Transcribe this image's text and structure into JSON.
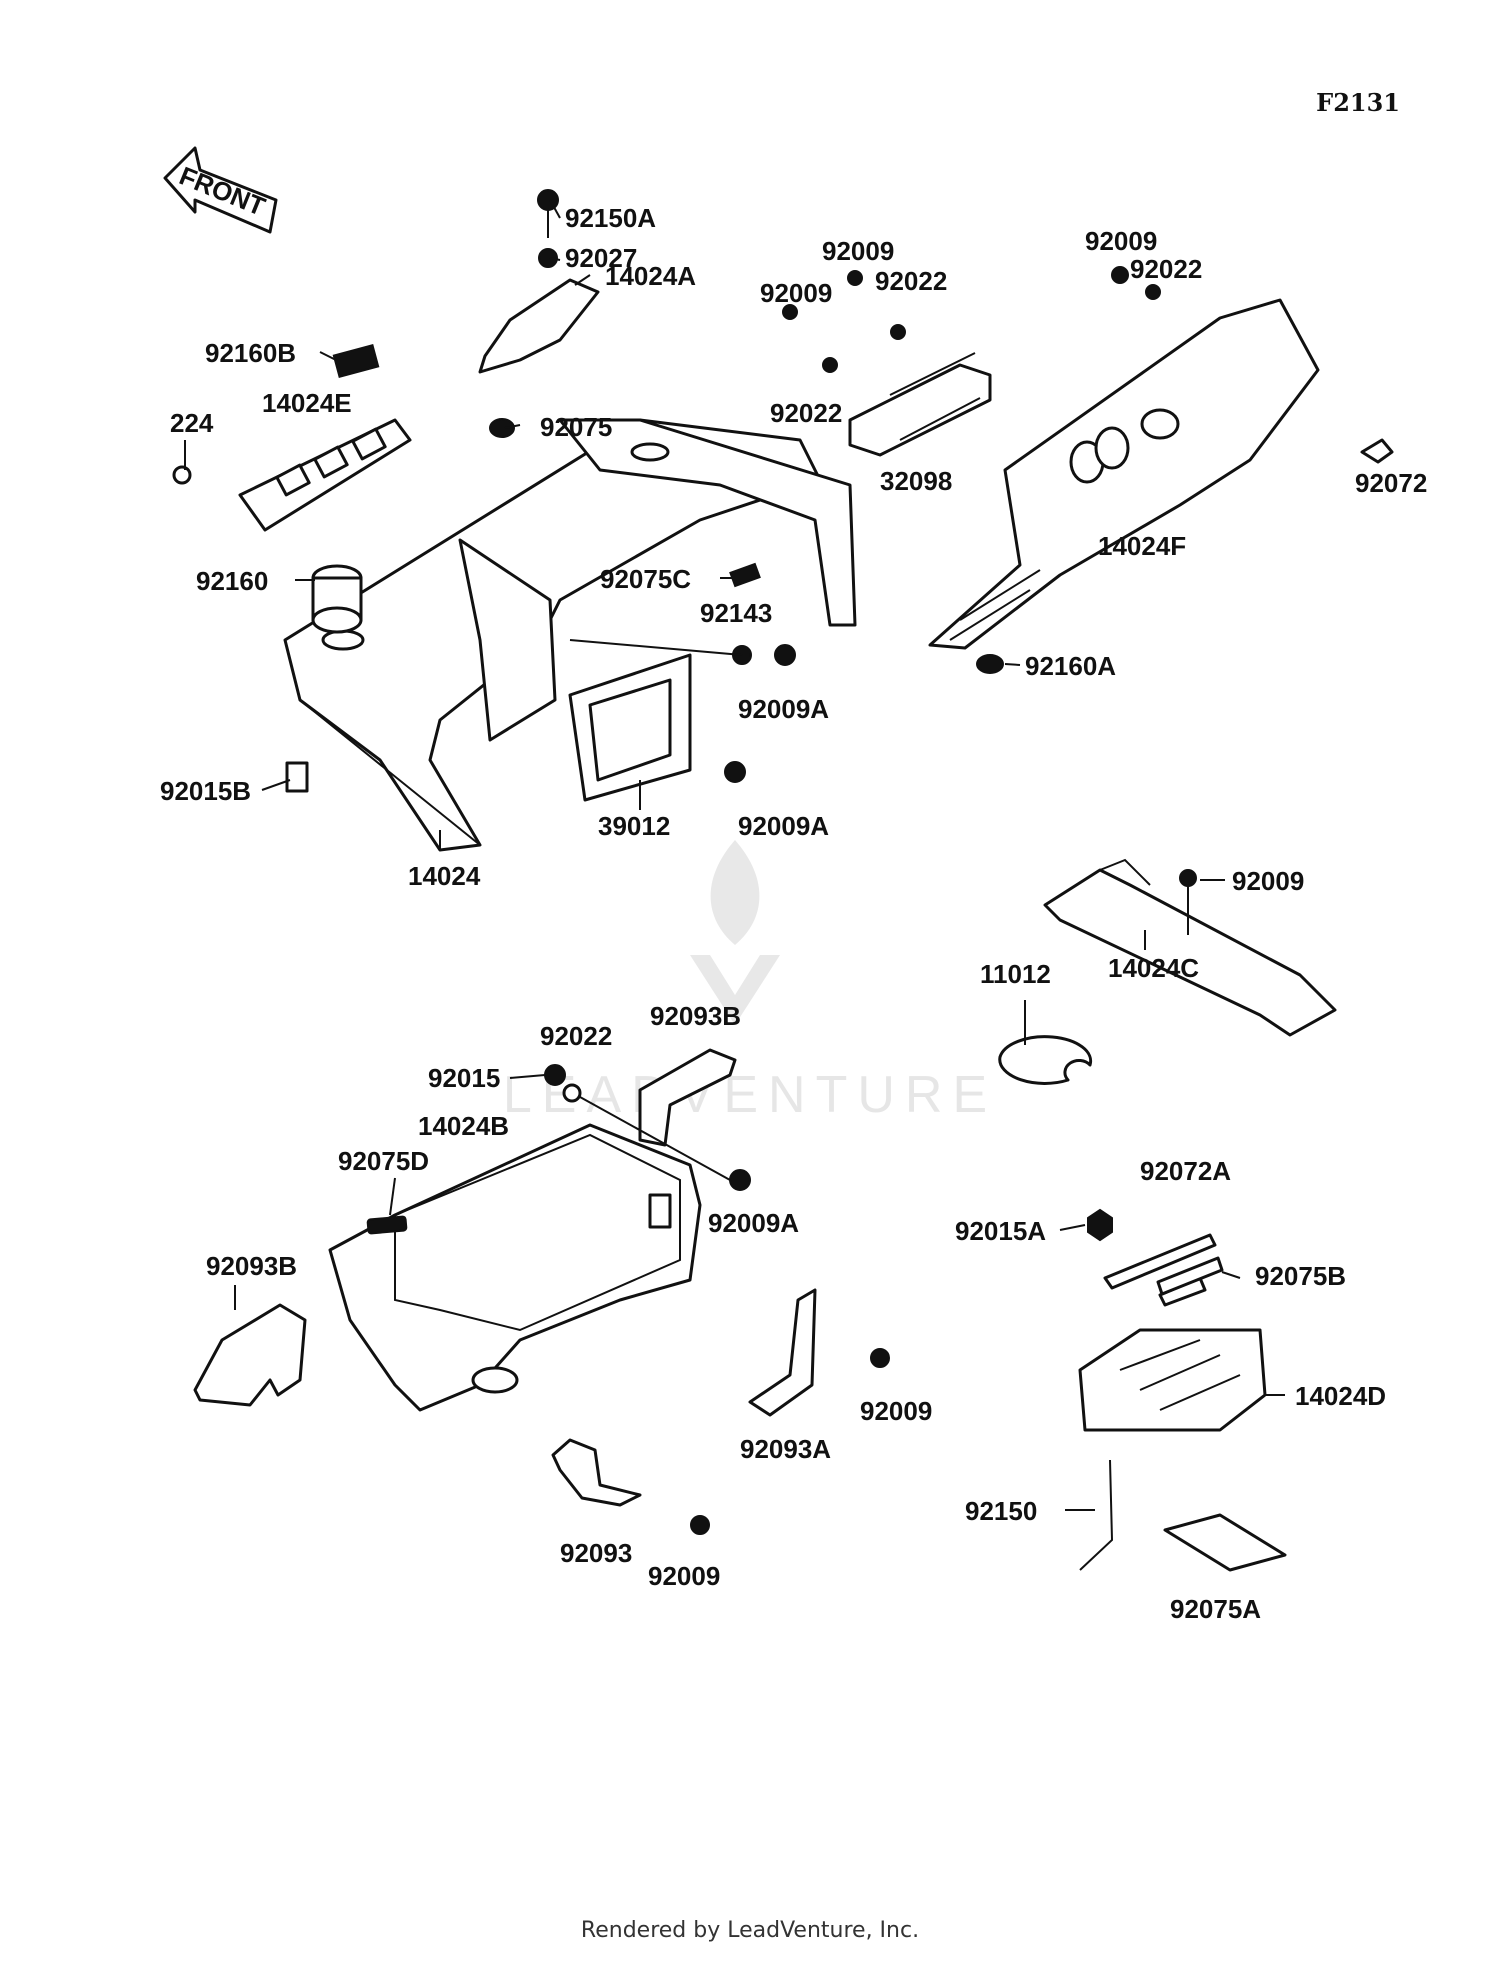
{
  "diagram_code": "F2131",
  "front_arrow_label": "FRONT",
  "watermark_text": "LEADVENTURE",
  "footer_text": "Rendered by LeadVenture, Inc.",
  "parts": [
    {
      "id": "p1",
      "label": "92150A"
    },
    {
      "id": "p2",
      "label": "92027"
    },
    {
      "id": "p3",
      "label": "14024A"
    },
    {
      "id": "p4",
      "label": "92075"
    },
    {
      "id": "p5",
      "label": "92160B"
    },
    {
      "id": "p6",
      "label": "14024E"
    },
    {
      "id": "p7",
      "label": "224"
    },
    {
      "id": "p8",
      "label": "92160"
    },
    {
      "id": "p9",
      "label": "92015B"
    },
    {
      "id": "p10",
      "label": "14024"
    },
    {
      "id": "p11",
      "label": "39012"
    },
    {
      "id": "p12",
      "label": "92009A"
    },
    {
      "id": "p13",
      "label": "92009A"
    },
    {
      "id": "p14",
      "label": "92143"
    },
    {
      "id": "p15",
      "label": "92075C"
    },
    {
      "id": "p16",
      "label": "92009"
    },
    {
      "id": "p17",
      "label": "92009"
    },
    {
      "id": "p18",
      "label": "92022"
    },
    {
      "id": "p19",
      "label": "92022"
    },
    {
      "id": "p20",
      "label": "32098"
    },
    {
      "id": "p21",
      "label": "92009"
    },
    {
      "id": "p22",
      "label": "92022"
    },
    {
      "id": "p23",
      "label": "92072"
    },
    {
      "id": "p24",
      "label": "14024F"
    },
    {
      "id": "p25",
      "label": "92160A"
    },
    {
      "id": "p26",
      "label": "92009"
    },
    {
      "id": "p27",
      "label": "11012"
    },
    {
      "id": "p28",
      "label": "14024C"
    },
    {
      "id": "p29",
      "label": "92093B"
    },
    {
      "id": "p30",
      "label": "92022"
    },
    {
      "id": "p31",
      "label": "92015"
    },
    {
      "id": "p32",
      "label": "14024B"
    },
    {
      "id": "p33",
      "label": "92075D"
    },
    {
      "id": "p34",
      "label": "92009A"
    },
    {
      "id": "p35",
      "label": "92093B"
    },
    {
      "id": "p36",
      "label": "92009"
    },
    {
      "id": "p37",
      "label": "92093A"
    },
    {
      "id": "p38",
      "label": "92093"
    },
    {
      "id": "p39",
      "label": "92009"
    },
    {
      "id": "p40",
      "label": "92072A"
    },
    {
      "id": "p41",
      "label": "92015A"
    },
    {
      "id": "p42",
      "label": "92075B"
    },
    {
      "id": "p43",
      "label": "14024D"
    },
    {
      "id": "p44",
      "label": "92150"
    },
    {
      "id": "p45",
      "label": "92075A"
    }
  ]
}
